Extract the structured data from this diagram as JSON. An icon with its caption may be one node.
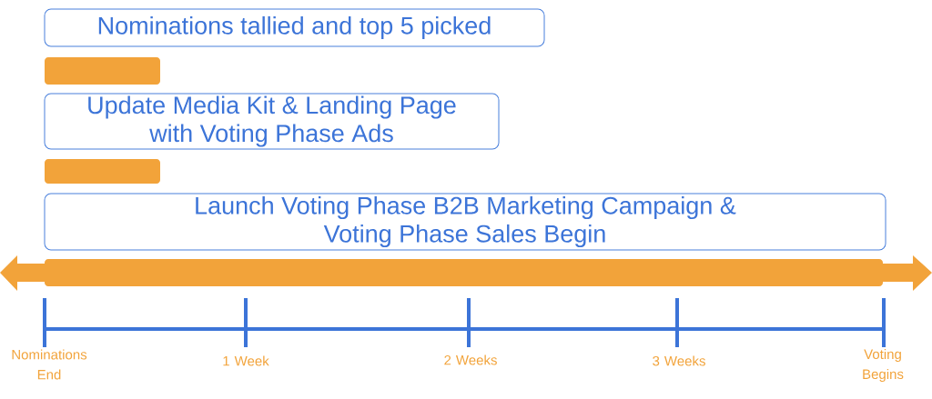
{
  "diagram": {
    "nodes": [
      {
        "text": [
          "Nominations tallied and top 5 picked"
        ]
      },
      {
        "text": [],
        "shape": "bar"
      },
      {
        "text": [
          "Update Media Kit & Landing Page with Voting Phase Ads"
        ]
      },
      {
        "text": [],
        "shape": "bar"
      },
      {
        "text": [
          "Launch Voting Phase B2B Marketing Campaign & Voting Phase Sales Begin"
        ]
      },
      {
        "text": [],
        "shape": "bar"
      }
    ],
    "labels": [
      "Nominations End",
      "1 Week",
      "2 Weeks",
      "3 Weeks",
      "Voting Begins"
    ]
  }
}
